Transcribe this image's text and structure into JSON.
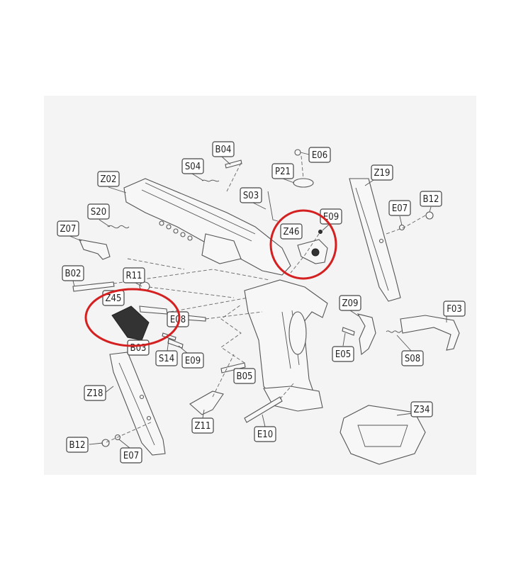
{
  "labels": {
    "B04": "B04",
    "S04": "S04",
    "E06": "E06",
    "P21": "P21",
    "Z19": "Z19",
    "Z02": "Z02",
    "S03": "S03",
    "E07a": "E07",
    "B12a": "B12",
    "E09a": "E09",
    "S20": "S20",
    "Z07": "Z07",
    "Z46": "Z46",
    "B02": "B02",
    "R11": "R11",
    "Z45": "Z45",
    "E08": "E08",
    "Z09": "Z09",
    "F03": "F03",
    "B03": "B03",
    "S14": "S14",
    "E09b": "E09",
    "E05": "E05",
    "S08": "S08",
    "B05": "B05",
    "Z18": "Z18",
    "Z34": "Z34",
    "Z11": "Z11",
    "B12b": "B12",
    "E07b": "E07",
    "E10": "E10"
  },
  "highlight_color": "#d42020"
}
